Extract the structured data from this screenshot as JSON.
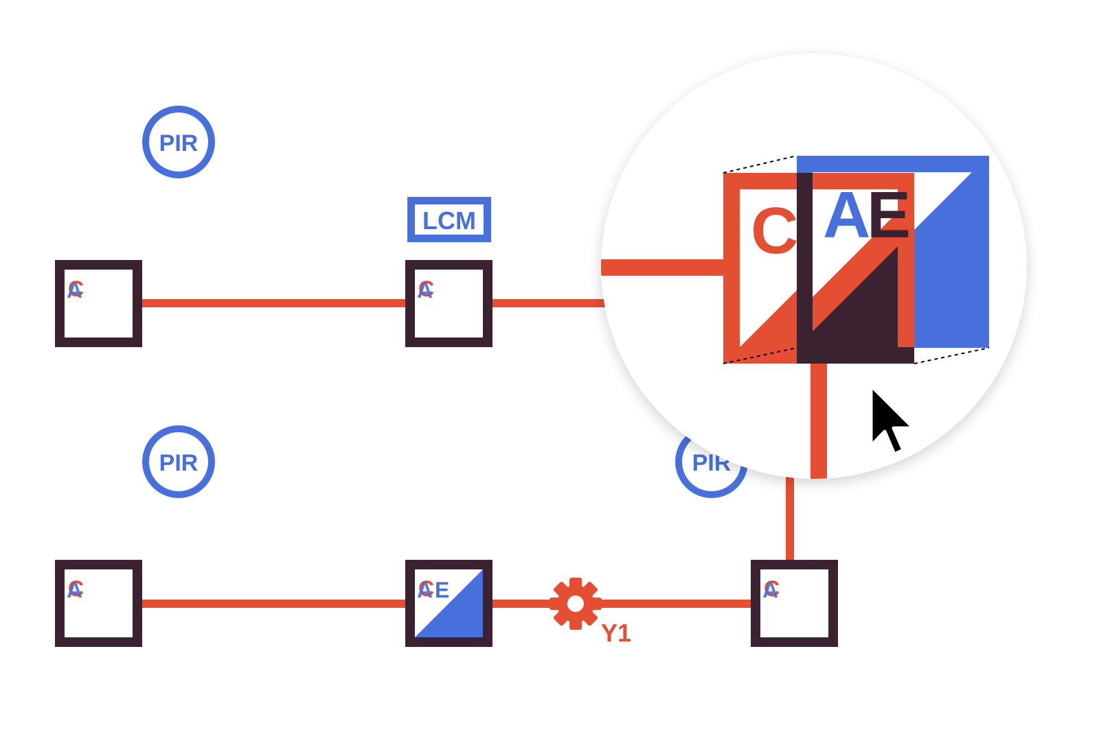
{
  "colors": {
    "red": "#E44E32",
    "blue": "#4870DC",
    "dark": "#3A2230",
    "white": "#FFFFFF",
    "cursor": "#000000"
  },
  "sensors": {
    "pir_1": "PIR",
    "pir_2": "PIR",
    "pir_3": "PIR"
  },
  "lcm_label": "LCM",
  "nodes": {
    "node_1": {
      "c": "C",
      "a": "A"
    },
    "node_2": {
      "c": "C",
      "a": "A"
    },
    "node_3": {
      "c": "C",
      "a": "A"
    },
    "node_4": {
      "c": "C",
      "a": "A",
      "e": "E"
    },
    "node_5": {
      "c": "C",
      "a": "A"
    }
  },
  "actuator_label": "Y1",
  "magnifier": {
    "c": "C",
    "a": "A",
    "e": "E"
  },
  "icons": {
    "actuator": "gear-icon",
    "pointer": "cursor-arrow-icon"
  }
}
